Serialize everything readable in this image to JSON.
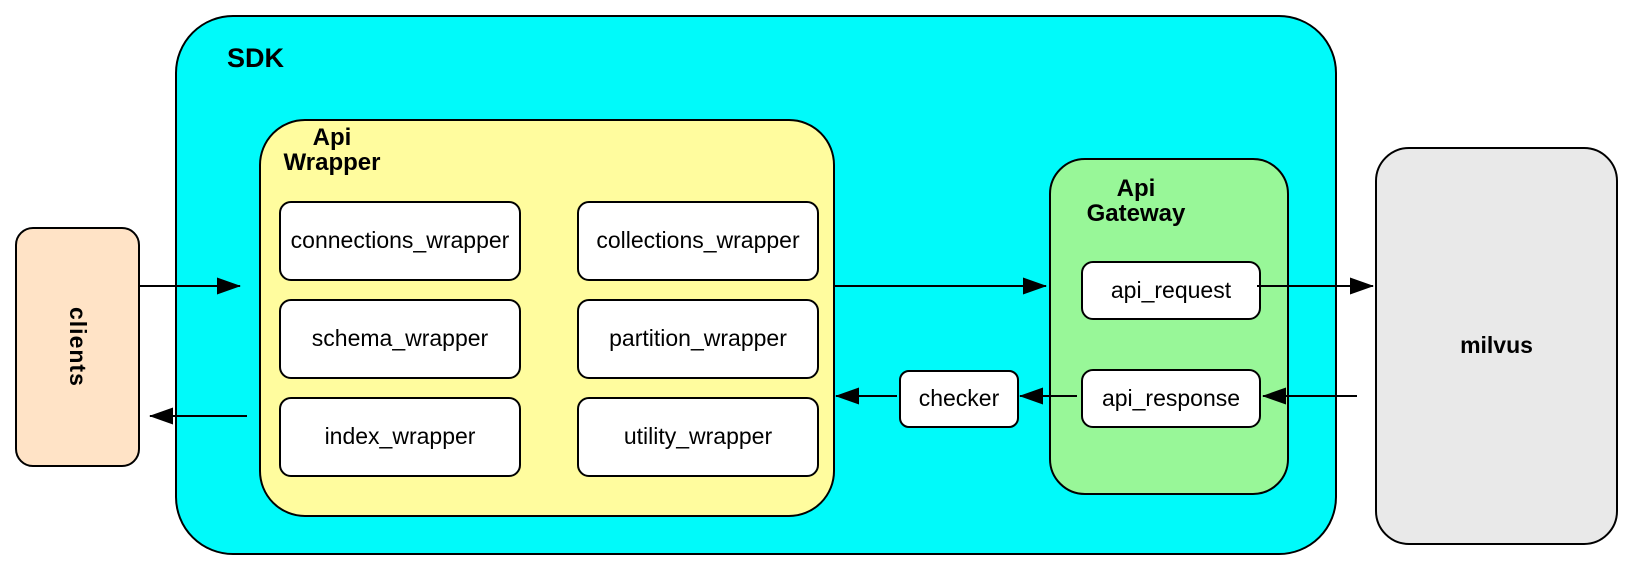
{
  "nodes": {
    "clients": "clients",
    "sdk": "SDK",
    "api_wrapper": "Api\nWrapper",
    "api_gateway": "Api\nGateway",
    "checker": "checker",
    "api_request": "api_request",
    "api_response": "api_response",
    "milvus": "milvus"
  },
  "wrappers": [
    "connections_wrapper",
    "collections_wrapper",
    "schema_wrapper",
    "partition_wrapper",
    "index_wrapper",
    "utility_wrapper"
  ],
  "colors": {
    "clients": "#FFE3C6",
    "sdk": "#00FAFA",
    "api_wrapper": "#FFFC9E",
    "api_gateway": "#98F798",
    "milvus": "#E9E9E9",
    "node_bg": "#FFFFFF",
    "border": "#000000"
  }
}
